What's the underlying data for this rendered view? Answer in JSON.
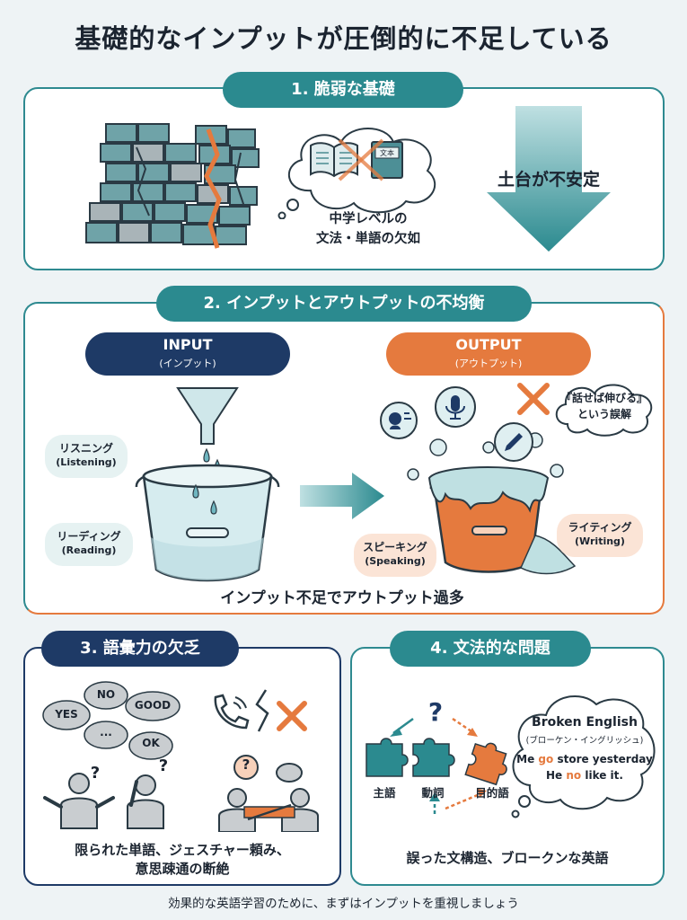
{
  "title": "基礎的なインプットが圧倒的に不足している",
  "section1": {
    "heading": "1. 脆弱な基礎",
    "thought_line1": "中学レベルの",
    "thought_line2": "文法・単語の欠如",
    "book_label": "文本",
    "arrow_text": "土台が不安定"
  },
  "section2": {
    "heading": "2. インプットとアウトプットの不均衡",
    "input_label": "INPUT",
    "input_sub": "(インプット)",
    "output_label": "OUTPUT",
    "output_sub": "(アウトプット)",
    "listening_jp": "リスニング",
    "listening_en": "(Listening)",
    "reading_jp": "リーディング",
    "reading_en": "(Reading)",
    "speaking_jp": "スピーキング",
    "speaking_en": "(Speaking)",
    "writing_jp": "ライティング",
    "writing_en": "(Writing)",
    "myth_line1": "『話せば伸びる』",
    "myth_line2": "という誤解",
    "caption": "インプット不足でアウトプット過多"
  },
  "section3": {
    "heading": "3. 語彙力の欠乏",
    "words": [
      "YES",
      "NO",
      "GOOD",
      "...",
      "OK"
    ],
    "caption_line1": "限られた単語、ジェスチャー頼み、",
    "caption_line2": "意思疎通の断絶"
  },
  "section4": {
    "heading": "4. 文法的な問題",
    "subject": "主語",
    "verb": "動詞",
    "object": "目的語",
    "broken_title": "Broken English",
    "broken_sub": "(ブローケン・イングリッシュ)",
    "ex1_pre": "Me ",
    "ex1_hl": "go",
    "ex1_post": " store yesterday",
    "ex2_pre": "He ",
    "ex2_hl": "no",
    "ex2_post": " like it.",
    "caption": "誤った文構造、ブロークンな英語"
  },
  "footer": "効果的な英語学習のために、まずはインプットを重視しましょう",
  "colors": {
    "teal": "#2b8a8f",
    "navy": "#1e3a66",
    "orange": "#e57a3e"
  }
}
